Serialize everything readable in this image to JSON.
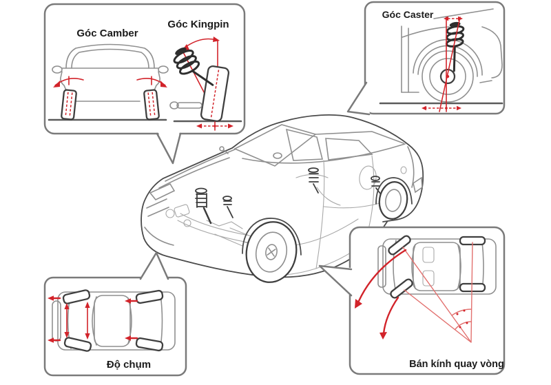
{
  "diagram": {
    "labels": {
      "camber": "Góc Camber",
      "kingpin": "Góc Kingpin",
      "caster": "Góc Caster",
      "toe": "Độ chụm",
      "turning_radius": "Bán kính quay vòng"
    }
  },
  "colors": {
    "accent_red": "#d2232a",
    "light_red": "#e2706e",
    "line_dark": "#4a4a4a",
    "line_medium": "#8f8f8f",
    "line_light": "#a8a8a8",
    "box_border": "#7a7a7a",
    "text_color": "#1b1b1b",
    "background": "#ffffff"
  }
}
